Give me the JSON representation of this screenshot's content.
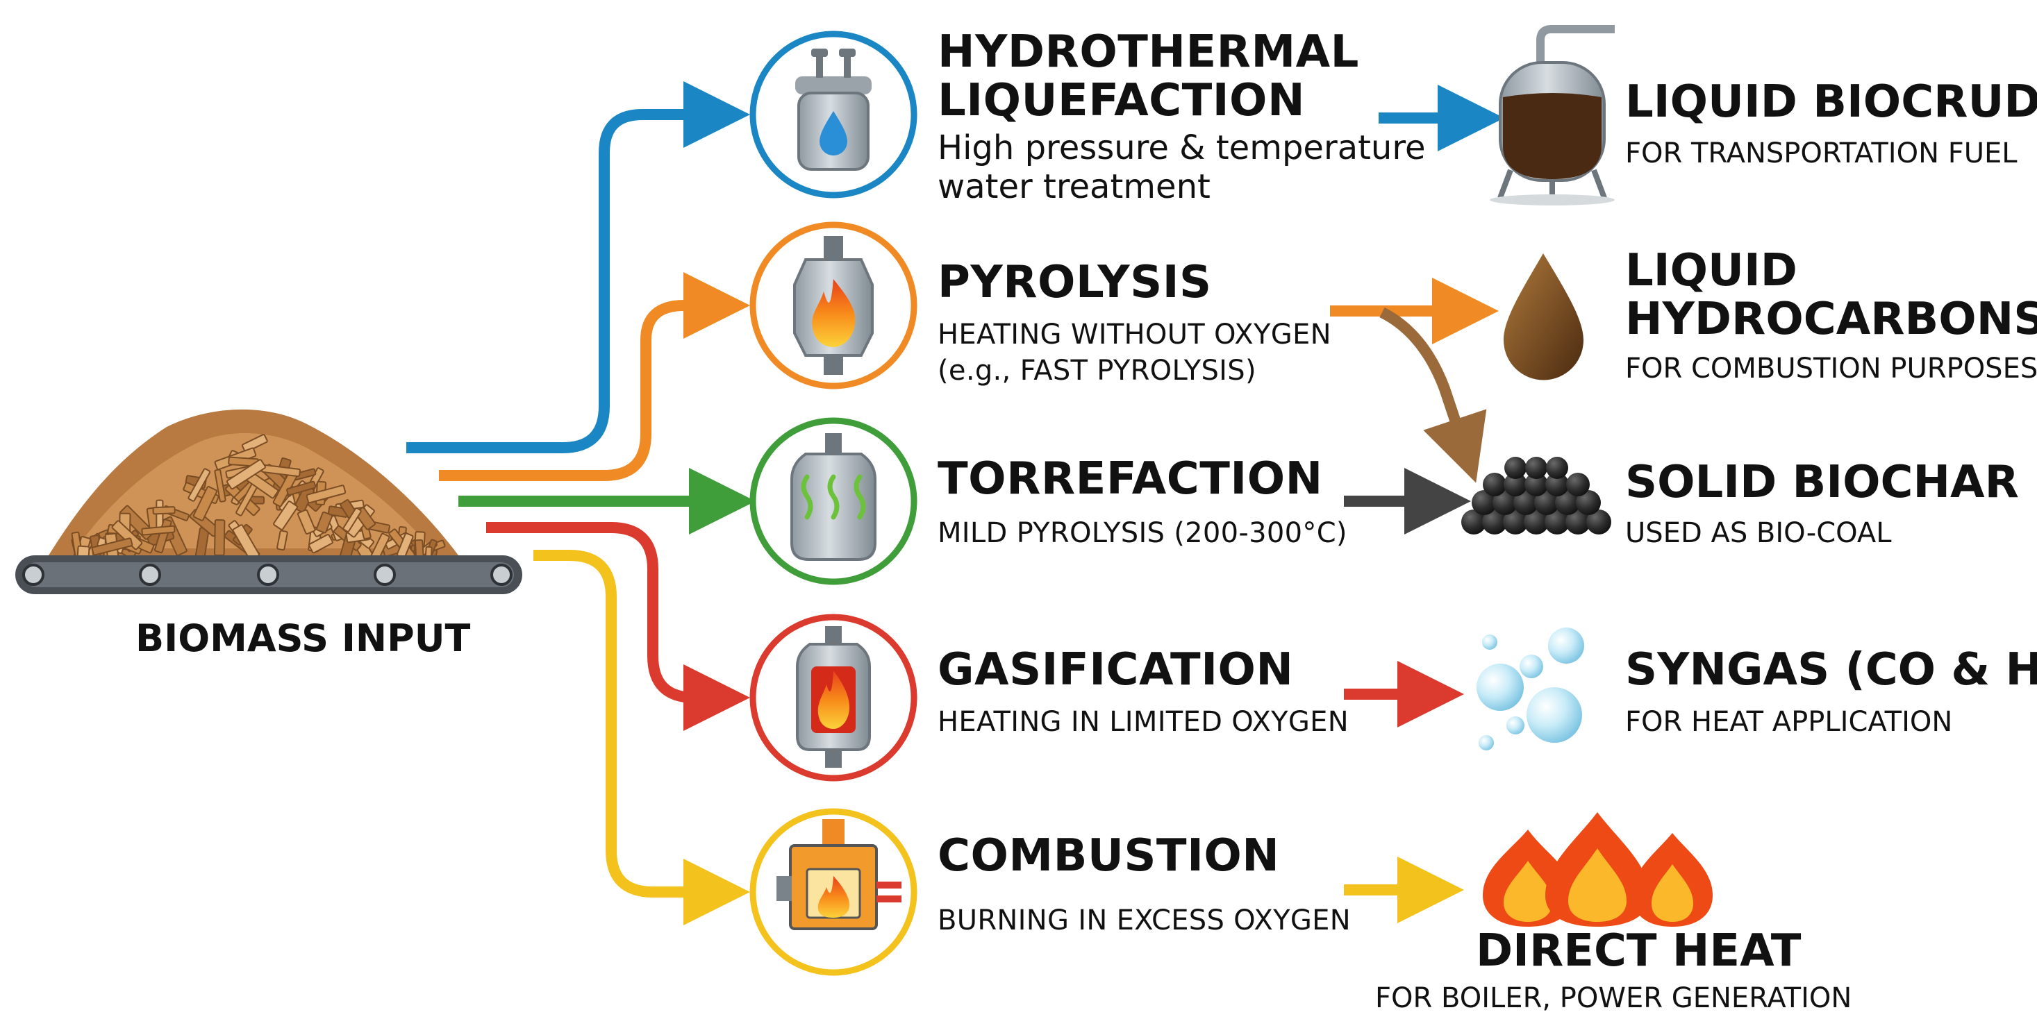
{
  "input": {
    "label": "BIOMASS INPUT"
  },
  "processes": [
    {
      "id": "htl",
      "title_lines": [
        "HYDROTHERMAL",
        "LIQUEFACTION"
      ],
      "desc_lines": [
        "High pressure & temperature",
        "water treatment"
      ],
      "color": "#1a87c4"
    },
    {
      "id": "pyrolysis",
      "title_lines": [
        "PYROLYSIS"
      ],
      "desc_lines": [
        "HEATING WITHOUT OXYGEN",
        "(e.g., FAST PYROLYSIS)"
      ],
      "color": "#f08a25"
    },
    {
      "id": "torrefaction",
      "title_lines": [
        "TORREFACTION"
      ],
      "desc_lines": [
        "MILD PYROLYSIS (200-300°C)"
      ],
      "color": "#3f9e3a"
    },
    {
      "id": "gasification",
      "title_lines": [
        "GASIFICATION"
      ],
      "desc_lines": [
        "HEATING IN LIMITED OXYGEN"
      ],
      "color": "#db3b2e"
    },
    {
      "id": "combustion",
      "title_lines": [
        "COMBUSTION"
      ],
      "desc_lines": [
        "BURNING IN EXCESS OXYGEN"
      ],
      "color": "#f3c21c"
    }
  ],
  "outputs": [
    {
      "id": "biocrude",
      "title_lines": [
        "LIQUID BIOCRUDE"
      ],
      "desc": "FOR TRANSPORTATION FUEL"
    },
    {
      "id": "hydrocarbons",
      "title_lines": [
        "LIQUID",
        "HYDROCARBONS"
      ],
      "desc": "FOR COMBUSTION PURPOSES"
    },
    {
      "id": "biochar",
      "title_lines": [
        "SOLID BIOCHAR"
      ],
      "desc": "USED AS BIO-COAL"
    },
    {
      "id": "syngas",
      "title_prefix": "SYNGAS (CO & H",
      "title_sub": "2",
      "title_suffix": ")",
      "desc": "FOR HEAT APPLICATION"
    },
    {
      "id": "heat",
      "title_lines": [
        "DIRECT HEAT"
      ],
      "desc": "FOR BOILER, POWER GENERATION"
    }
  ],
  "colors": {
    "arrow_dark": "#444444",
    "arrow_brown": "#9a6a3a",
    "biocrude": "#4a2a12",
    "oil_drop": "#7a4a1c",
    "biochar": "#2a2a2a",
    "bubble": "#a8dcf0",
    "flame_outer": "#f25a14",
    "flame_inner": "#fbb82a",
    "steel": "#a9b3bb",
    "wood": "#c28a4e"
  }
}
